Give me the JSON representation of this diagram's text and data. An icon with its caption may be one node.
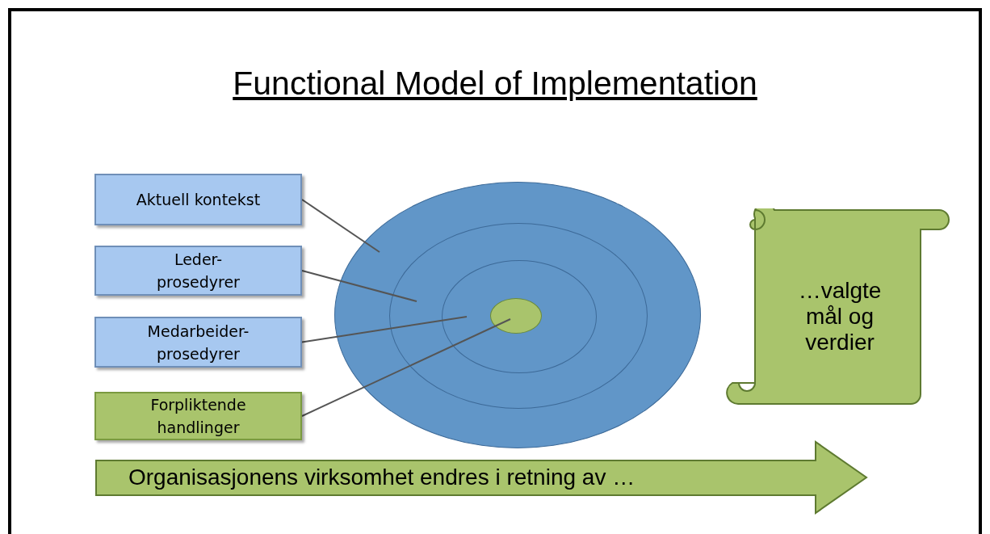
{
  "diagram": {
    "title": "Functional Model of Implementation",
    "nodes": [
      {
        "text": [
          "Aktuell kontekst"
        ]
      },
      {
        "text": [
          "Leder- prosedyrer"
        ]
      },
      {
        "text": [
          "Medarbeider- prosedyrer"
        ]
      },
      {
        "text": [
          "Forpliktende handlinger"
        ]
      },
      {
        "text": [],
        "shape": "circle"
      },
      {
        "text": [],
        "shape": "circle",
        "in": 4
      },
      {
        "text": [],
        "shape": "circle",
        "in": 5
      },
      {
        "text": [],
        "shape": "circle",
        "in": 6
      },
      {
        "text": [
          "…valgte mål og verdier"
        ]
      },
      {
        "text": [
          "Organisasjonens virksomhet endres i retning av …"
        ]
      }
    ],
    "edges": [
      {
        "from": 0,
        "to": 4,
        "arrow": "none"
      },
      {
        "from": 1,
        "to": 5,
        "arrow": "none"
      },
      {
        "from": 2,
        "to": 6,
        "arrow": "none"
      },
      {
        "from": 3,
        "to": 7,
        "arrow": "none"
      }
    ]
  }
}
